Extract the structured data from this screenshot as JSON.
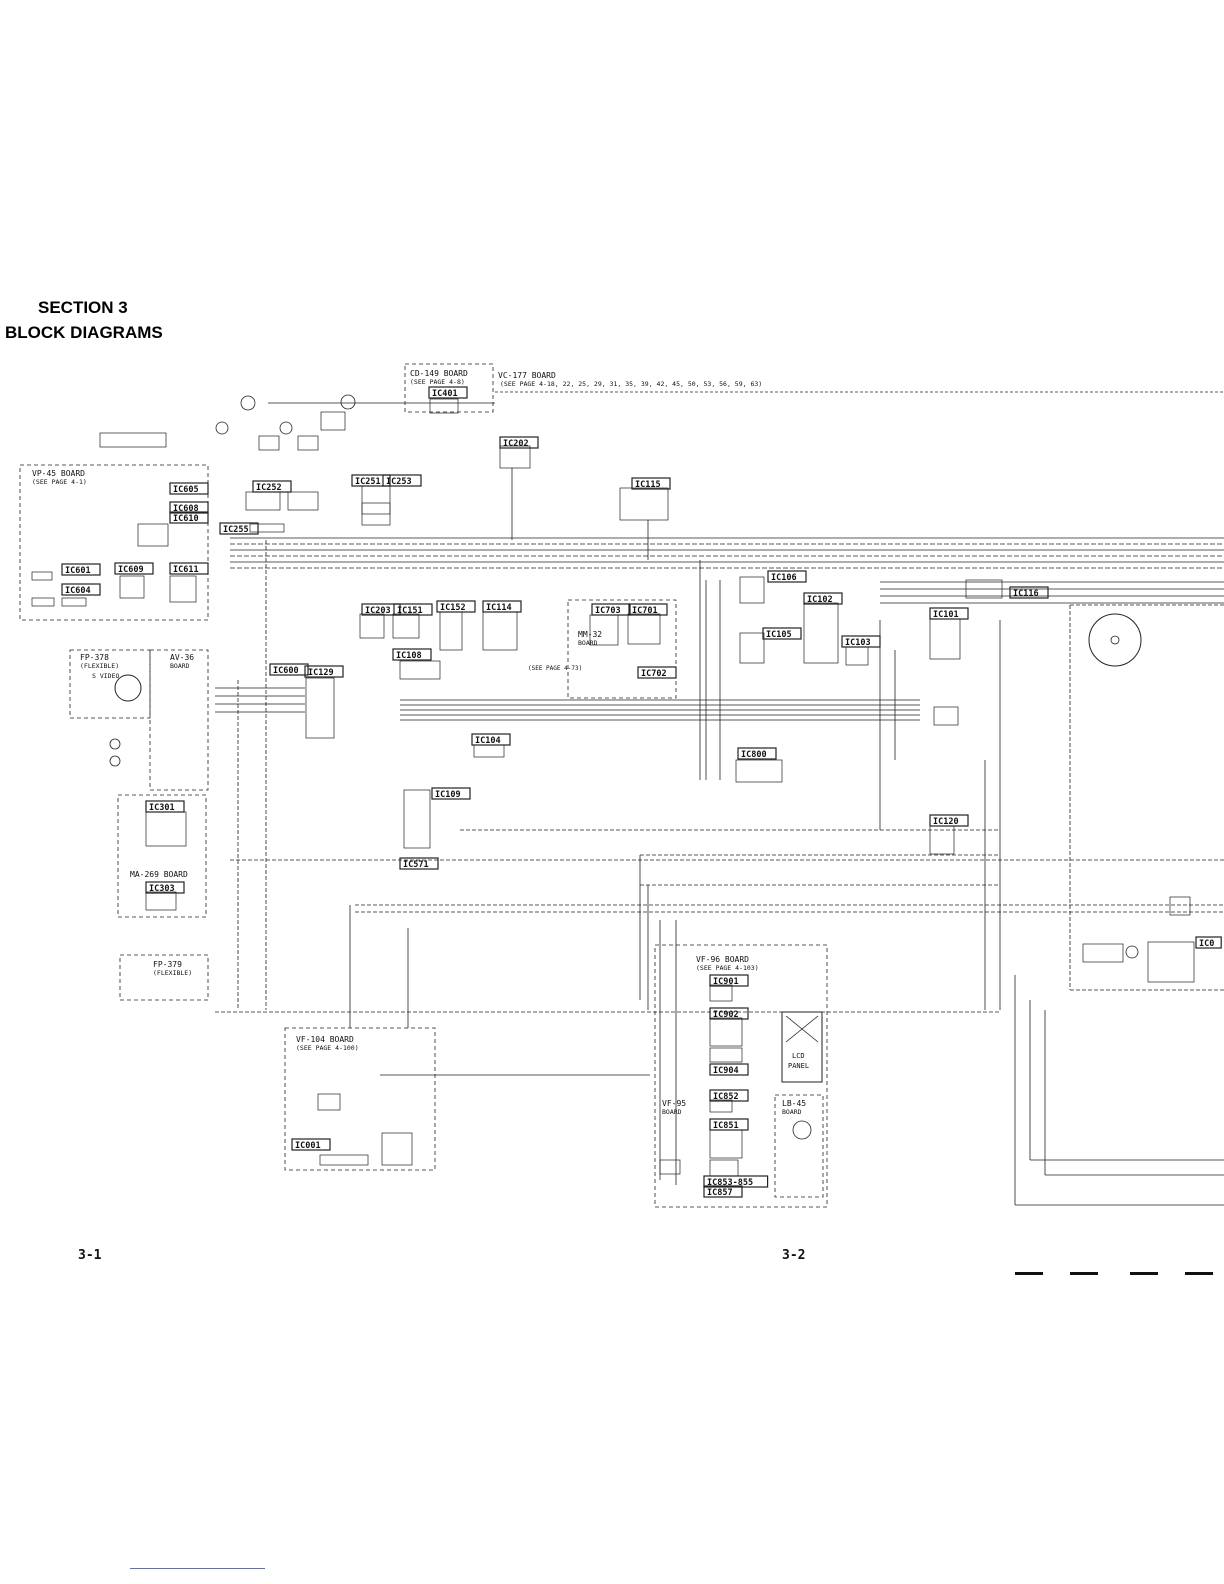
{
  "header": {
    "section": "SECTION 3",
    "title": "BLOCK DIAGRAMS"
  },
  "boards": [
    {
      "label": "VP-45 BOARD",
      "sub": "(SEE PAGE 4-1)"
    },
    {
      "label": "CD-149 BOARD",
      "sub": "(SEE PAGE 4-8)"
    },
    {
      "label": "VC-177 BOARD",
      "sub": "(SEE PAGE 4-18, 22, 25, 29, 31, 35, 39, 42, 45, 50, 53, 56, 59, 63)"
    },
    {
      "label": "FP-378",
      "sub": "(FLEXIBLE)"
    },
    {
      "label": "AV-36",
      "sub": "BOARD"
    },
    {
      "label": "MM-32",
      "sub": "BOARD"
    },
    {
      "label": "MA-269 BOARD",
      "sub": ""
    },
    {
      "label": "FP-379",
      "sub": "(FLEXIBLE)"
    },
    {
      "label": "VF-104 BOARD",
      "sub": "(SEE PAGE 4-100)"
    },
    {
      "label": "VF-96 BOARD",
      "sub": "(SEE PAGE 4-103)"
    },
    {
      "label": "VF-95",
      "sub": "BOARD"
    },
    {
      "label": "LB-45",
      "sub": "BOARD"
    }
  ],
  "ics": [
    "IC401",
    "IC202",
    "IC251",
    "IC253",
    "IC252",
    "IC255",
    "IC605",
    "IC608",
    "IC610",
    "IC601",
    "IC604",
    "IC609",
    "IC611",
    "IC115",
    "IC106",
    "IC116",
    "IC102",
    "IC101",
    "IC203",
    "IC151",
    "IC152",
    "IC114",
    "IC703",
    "IC701",
    "IC702",
    "IC105",
    "IC103",
    "IC108",
    "IC600",
    "IC129",
    "IC104",
    "IC800",
    "IC109",
    "IC301",
    "IC303",
    "IC571",
    "IC120",
    "IC901",
    "IC902",
    "IC904",
    "IC852",
    "IC851",
    "IC853-855",
    "IC857",
    "IC001",
    "IC0"
  ],
  "labels": {
    "lcd_panel": "LCD PANEL",
    "s_video": "S VIDEO",
    "mm32_see_page": "(SEE PAGE 4-73)"
  },
  "page_numbers": {
    "left": "3-1",
    "right": "3-2"
  }
}
